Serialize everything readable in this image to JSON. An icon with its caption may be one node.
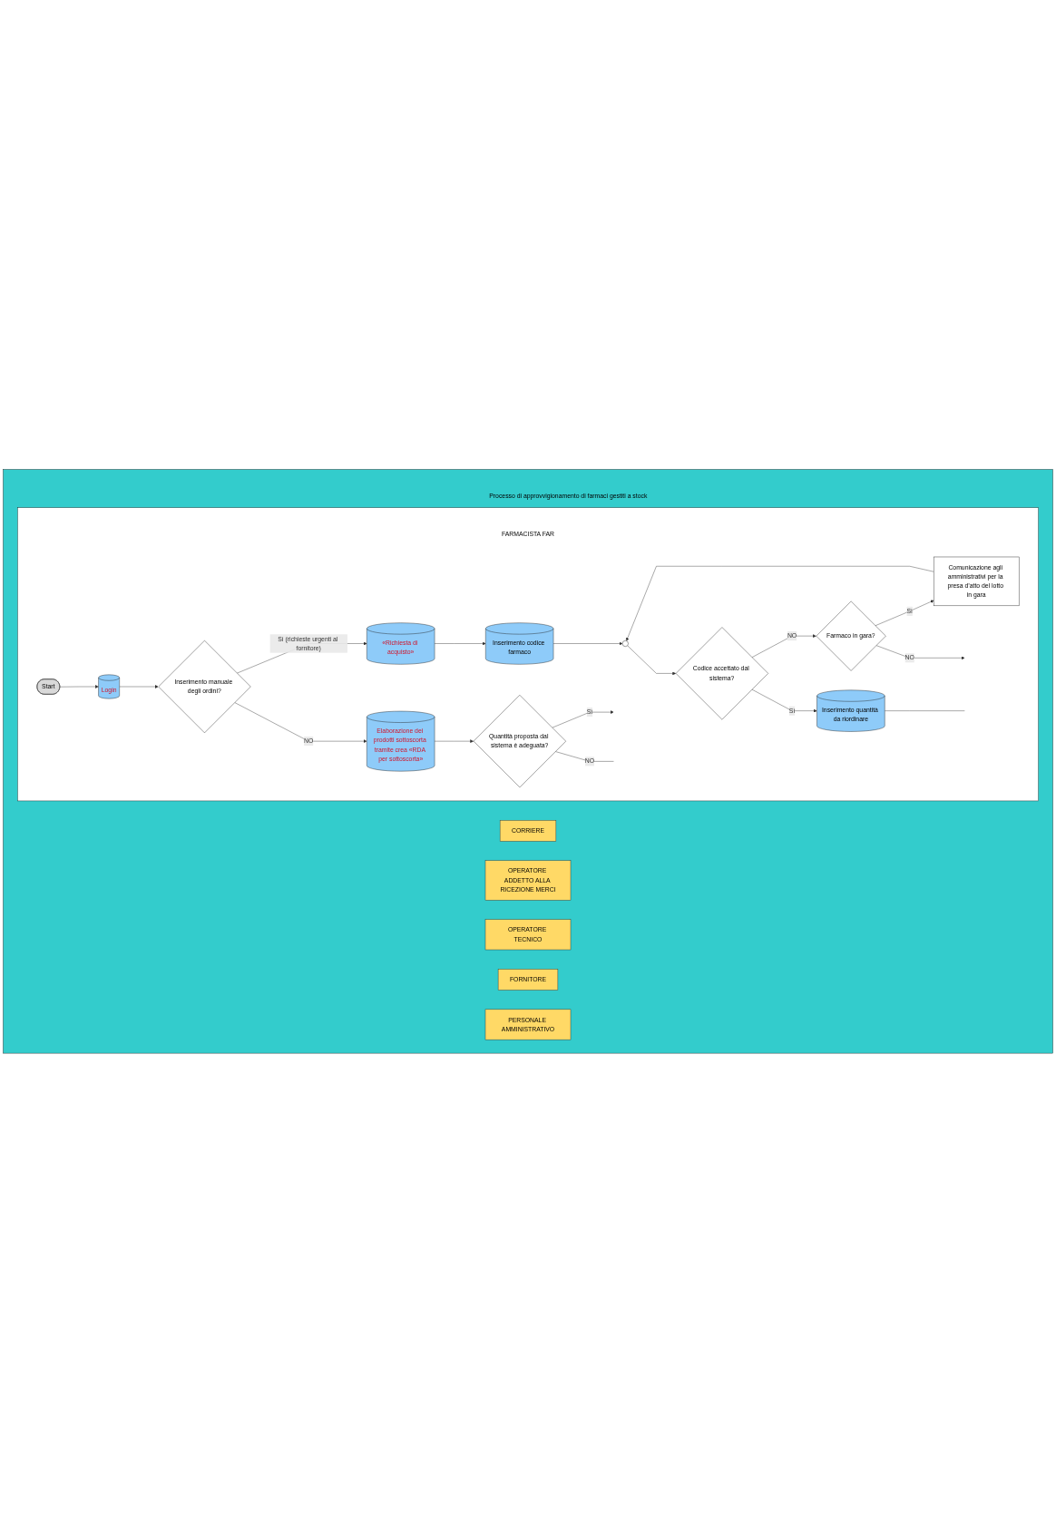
{
  "diagram": {
    "nodes": [
      {
        "text": [
          "Processo di approvvigionamento di farmaci gestiti a stock"
        ]
      },
      {
        "text": [
          "FARMACISTA FAR"
        ],
        "in": 0
      },
      {
        "text": [
          "CORRIERE"
        ],
        "in": 0
      },
      {
        "text": [
          "OPERATORE ADDETTO ALLA RICEZIONE MERCI"
        ],
        "in": 0
      },
      {
        "text": [
          "OPERATORE TECNICO"
        ],
        "in": 0
      },
      {
        "text": [
          "FORNITORE"
        ],
        "in": 0
      },
      {
        "text": [
          "PERSONALE AMMINISTRATIVO"
        ],
        "in": 0
      },
      {
        "text": [
          "Start"
        ],
        "in": 1
      },
      {
        "text": [
          "Login"
        ],
        "in": 1
      },
      {
        "text": [
          "Inserimento manuale degli ordini?"
        ],
        "in": 1
      },
      {
        "text": [
          "«Richiesta di acquisto»"
        ],
        "in": 1
      },
      {
        "text": [
          "Elaborazione dei prodotti sottoscorta tramite crea «RDA per sottoscorta»"
        ],
        "in": 1
      },
      {
        "text": [
          "Inserimento codice farmaco"
        ],
        "in": 1
      },
      {
        "text": [],
        "shape": "circle",
        "in": 1
      },
      {
        "text": [
          "Codice accettato dal sistema?"
        ],
        "in": 1
      },
      {
        "text": [
          "Farmaco in gara?"
        ],
        "in": 1
      },
      {
        "text": [
          "Inserimento quantità da riordinare"
        ],
        "in": 1
      },
      {
        "text": [
          "Comunicazione agli amministrativi per la presa d’atto del lotto in gara"
        ],
        "in": 1
      },
      {
        "text": [
          "Quantità proposta dal sistema è adeguata?"
        ],
        "in": 1
      }
    ],
    "edges": [
      {
        "from": 7,
        "to": 8,
        "arrow": "to"
      },
      {
        "from": 8,
        "to": 9,
        "arrow": "to"
      },
      {
        "from": 9,
        "to": 10,
        "label": "Sì (richieste urgenti al fornitore)",
        "arrow": "to"
      },
      {
        "from": 9,
        "to": 11,
        "label": "NO",
        "arrow": "to"
      },
      {
        "from": 10,
        "to": 12,
        "arrow": "to"
      },
      {
        "from": 12,
        "to": 13,
        "arrow": "to"
      },
      {
        "from": 17,
        "to": 13,
        "arrow": "to"
      },
      {
        "from": 13,
        "to": 14,
        "arrow": "to"
      },
      {
        "from": 14,
        "to": 15,
        "label": "NO",
        "arrow": "to"
      },
      {
        "from": 14,
        "to": 16,
        "label": "Sì",
        "arrow": "to"
      },
      {
        "from": 15,
        "to": 17,
        "label": "Sì",
        "arrow": "to"
      },
      {
        "from": 15,
        "to": null,
        "label": "NO",
        "arrow": "to"
      },
      {
        "from": 16,
        "to": null,
        "arrow": "none"
      },
      {
        "from": 11,
        "to": 18,
        "arrow": "to"
      },
      {
        "from": 18,
        "to": null,
        "label": "Sì",
        "arrow": "to"
      },
      {
        "from": 18,
        "to": null,
        "label": "NO",
        "arrow": "none"
      }
    ]
  }
}
